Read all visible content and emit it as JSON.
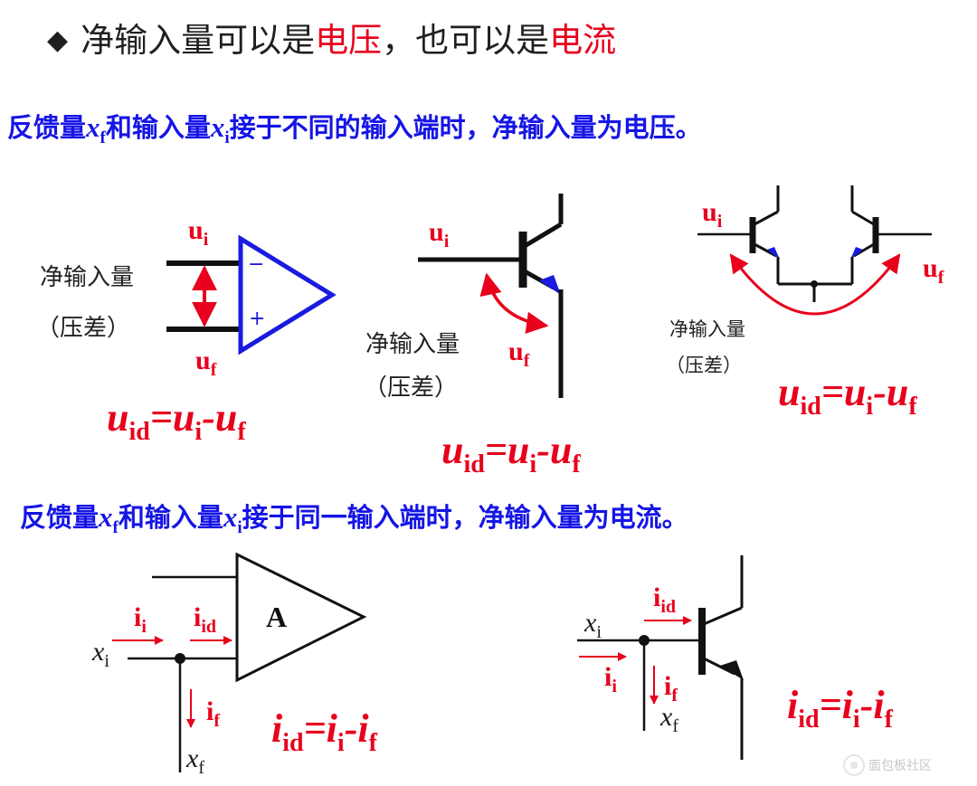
{
  "title": {
    "part1": "净输入量可以是",
    "red1": "电压",
    "part2": "，也可以是",
    "red2": "电流"
  },
  "line1": {
    "a": "反馈量",
    "xf": "x",
    "xf_sub": "f",
    "b": "和输入量",
    "xi": "x",
    "xi_sub": "i",
    "c": "接于不同的输入端时，净输入量为电压。"
  },
  "line2": {
    "a": "反馈量",
    "xf": "x",
    "xf_sub": "f",
    "b": "和输入量",
    "xi": "x",
    "xi_sub": "i",
    "c": "接于同一输入端时，净输入量为电流。"
  },
  "labels": {
    "net_input": "净输入量",
    "pressure_diff": "（压差）",
    "u": "u",
    "i_sub": "i",
    "f_sub": "f",
    "id_sub": "id",
    "i": "i",
    "x": "x",
    "minus": "−",
    "plus": "+",
    "amp": "A"
  },
  "equations": {
    "voltage": {
      "lhs": "u",
      "lhs_sub": "id",
      "eq": "=",
      "a": "u",
      "a_sub": "i",
      "minus": "-",
      "b": "u",
      "b_sub": "f"
    },
    "current": {
      "lhs": "i",
      "lhs_sub": "id",
      "eq": "=",
      "a": "i",
      "a_sub": "i",
      "minus": "-",
      "b": "i",
      "b_sub": "f"
    }
  },
  "watermark": "面包板社区",
  "colors": {
    "red": "#e8001c",
    "blue": "#1515e6",
    "amp_blue": "#1a1ae0",
    "black": "#1a1a1a"
  }
}
